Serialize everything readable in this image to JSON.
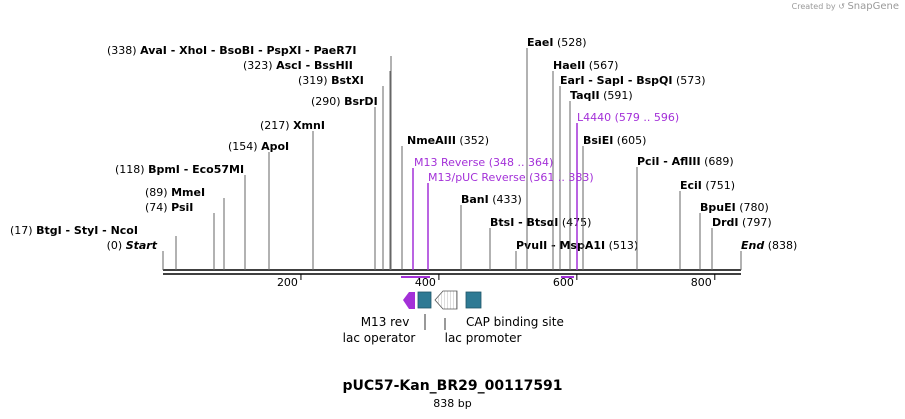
{
  "credit": {
    "prefix": "Created by",
    "brand": "SnapGene"
  },
  "title": "pUC57-Kan_BR29_00117591",
  "length_label": "838 bp",
  "map": {
    "length": 838,
    "ticks": [
      {
        "pos": 200,
        "label": "200"
      },
      {
        "pos": 400,
        "label": "400"
      },
      {
        "pos": 600,
        "label": "600"
      },
      {
        "pos": 800,
        "label": "800"
      }
    ],
    "ends": [
      {
        "num": "(0)",
        "name": "Start"
      },
      {
        "num": "(838)",
        "name": "End"
      }
    ],
    "cut_sites": [
      {
        "left": "(338)",
        "name": "AvaI  -  XhoI  -  BsoBI  -  PspXI  -  PaeR7I",
        "right": ""
      },
      {
        "left": "(323)",
        "name": "AscI  -  BssHII",
        "right": ""
      },
      {
        "left": "(319)",
        "name": "BstXI",
        "right": ""
      },
      {
        "left": "(290)",
        "name": "BsrDI",
        "right": ""
      },
      {
        "left": "(217)",
        "name": "XmnI",
        "right": ""
      },
      {
        "left": "(154)",
        "name": "ApoI",
        "right": ""
      },
      {
        "left": "(118)",
        "name": "BpmI  -  Eco57MI",
        "right": ""
      },
      {
        "left": "(89)",
        "name": "MmeI",
        "right": ""
      },
      {
        "left": "(74)",
        "name": "PsiI",
        "right": ""
      },
      {
        "left": "(17)",
        "name": "BtgI  -  StyI  -  NcoI",
        "right": ""
      },
      {
        "left": "",
        "name": "NmeAIII",
        "right": "(352)"
      },
      {
        "left": "",
        "name": "BanI",
        "right": "(433)"
      },
      {
        "left": "",
        "name": "BtsI  -  BtsαI",
        "right": "(475)"
      },
      {
        "left": "",
        "name": "PvuII  -  MspA1I",
        "right": "(513)"
      },
      {
        "left": "",
        "name": "EaeI",
        "right": "(528)"
      },
      {
        "left": "",
        "name": "HaeII",
        "right": "(567)"
      },
      {
        "left": "",
        "name": "EarI  -  SapI  -  BspQI",
        "right": "(573)"
      },
      {
        "left": "",
        "name": "TaqII",
        "right": "(591)"
      },
      {
        "left": "",
        "name": "BsiEI",
        "right": "(605)"
      },
      {
        "left": "",
        "name": "PciI  -  AflIII",
        "right": "(689)"
      },
      {
        "left": "",
        "name": "EciI",
        "right": "(751)"
      },
      {
        "left": "",
        "name": "BpuEI",
        "right": "(780)"
      },
      {
        "left": "",
        "name": "DrdI",
        "right": "(797)"
      }
    ],
    "primers": [
      {
        "name": "M13 Reverse",
        "range": "(348 .. 364)"
      },
      {
        "name": "M13/pUC Reverse",
        "range": "(361 .. 383)"
      },
      {
        "name": "L4440",
        "range": "(579 .. 596)"
      }
    ],
    "features": [
      {
        "name": "M13 rev",
        "type": "primer_bind"
      },
      {
        "name": "lac operator",
        "type": "protein_bind"
      },
      {
        "name": "lac promoter",
        "type": "promoter"
      },
      {
        "name": "CAP binding site",
        "type": "protein_bind"
      }
    ],
    "colors": {
      "primer": "#a330d8",
      "protein_bind": "#2e7a94",
      "backbone": "#000000",
      "site_line": "#666666",
      "credit": "#9a9a9a"
    }
  }
}
